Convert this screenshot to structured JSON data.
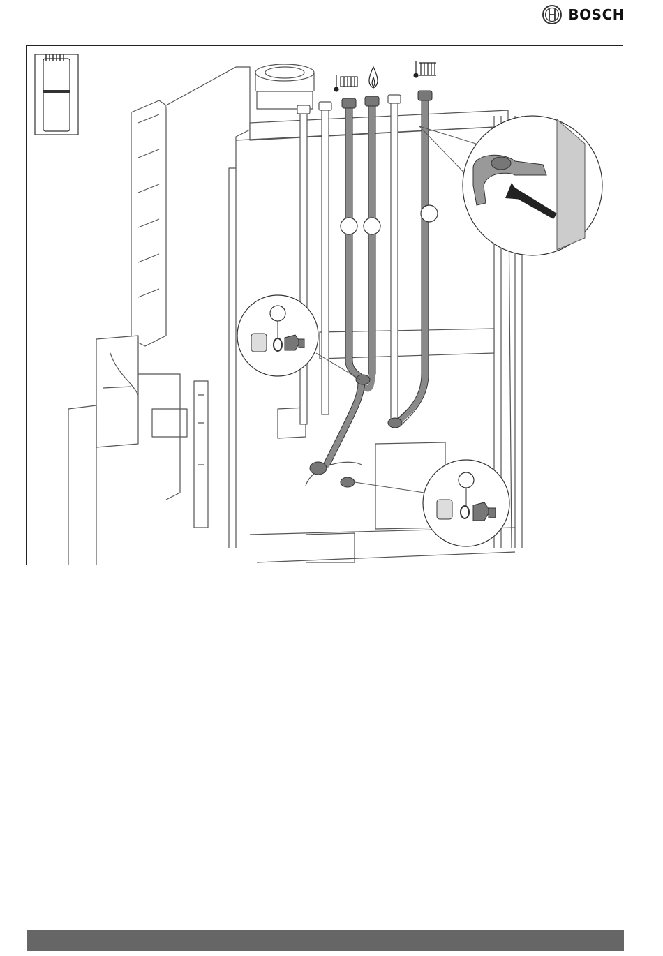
{
  "brand": {
    "name": "BOSCH",
    "logo_icon": "bosch-armature-logo-icon"
  },
  "figure": {
    "icons": [
      "boiler-unit-icon",
      "heating-flow-thermometer-icon",
      "gas-flame-icon",
      "heating-return-thermometer-icon",
      "pipe-clip-icon",
      "insertion-arrow-icon"
    ],
    "callout_markers": [
      "pipe-marker-1",
      "pipe-marker-2",
      "pipe-marker-3",
      "detail-marker-1",
      "detail-marker-2"
    ]
  },
  "colors": {
    "pipe": "#8a8a8a",
    "line": "#555555",
    "footer": "#666666"
  }
}
